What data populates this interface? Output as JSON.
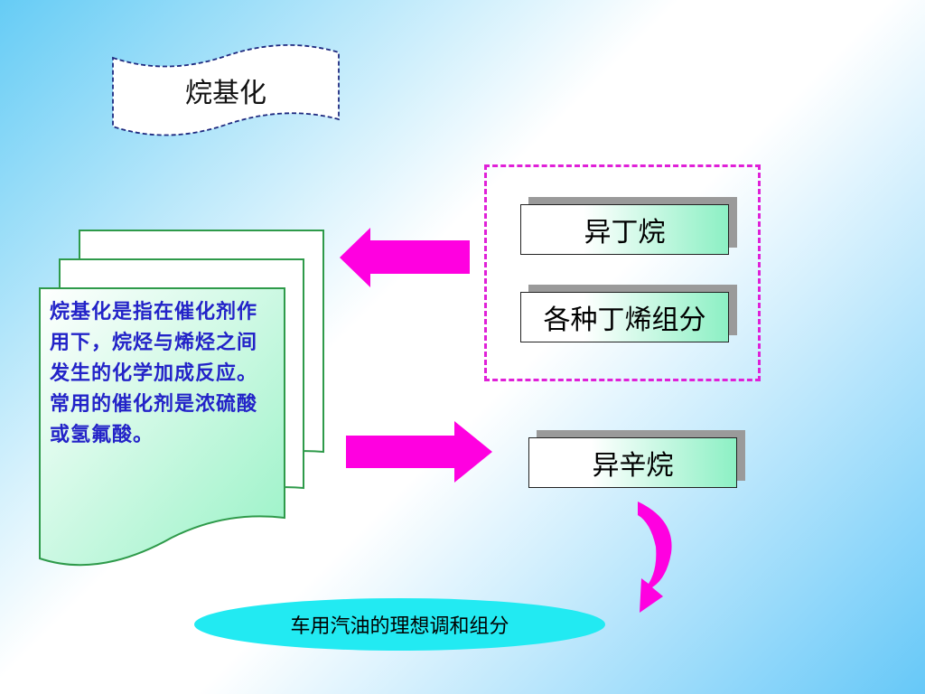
{
  "title": "烷基化",
  "description": "烷基化是指在催化剂作用下，烷烃与烯烃之间发生的化学加成反应。常用的催化剂是浓硫酸或氢氟酸。",
  "inputs": {
    "isobutane": "异丁烷",
    "butene_components": "各种丁烯组分"
  },
  "product": "异辛烷",
  "result": "车用汽油的理想调和组分",
  "colors": {
    "arrow": "#ff00e0",
    "dashed_border": "#e020d8",
    "doc_fill": "#a8f5cc",
    "doc_border": "#2e9a4a",
    "ellipse": "#22eaf2",
    "desc_text": "#2323c8"
  }
}
